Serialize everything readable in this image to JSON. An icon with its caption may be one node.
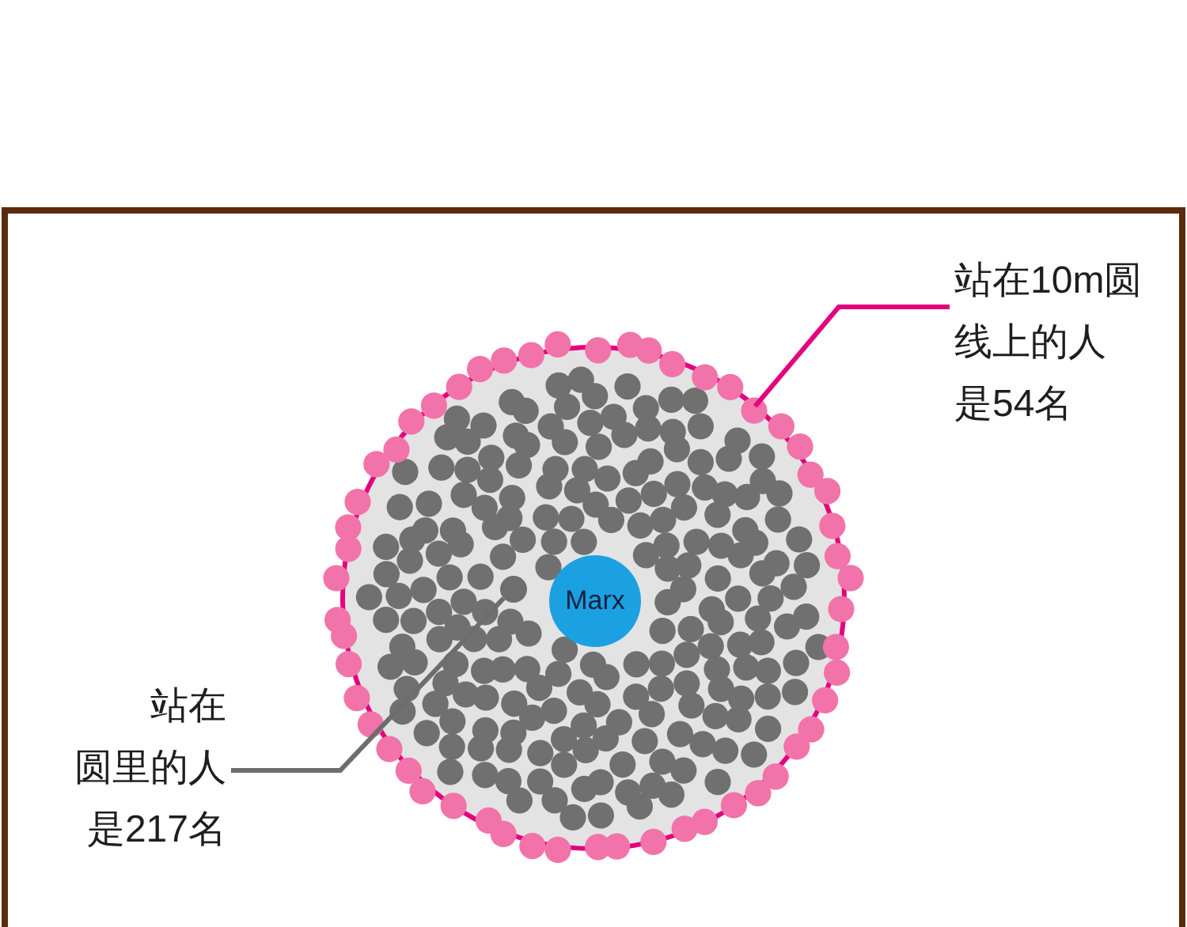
{
  "diagram": {
    "nodes": [
      {
        "text": [
          "站在10m圆线上的人是54名"
        ]
      },
      {
        "text": [],
        "shape": "circle"
      },
      {
        "text": [
          "Marx"
        ],
        "in": 1
      },
      {
        "text": [],
        "shape": "circle",
        "in": 1
      },
      {
        "text": [
          "站在圆里的人是217名"
        ]
      }
    ],
    "edges": [
      {
        "from": 0,
        "to": 1,
        "arrow": "none",
        "color": "#e4007f"
      },
      {
        "from": 4,
        "to": 3,
        "arrow": "none",
        "color": "#6d6d6d"
      }
    ]
  }
}
